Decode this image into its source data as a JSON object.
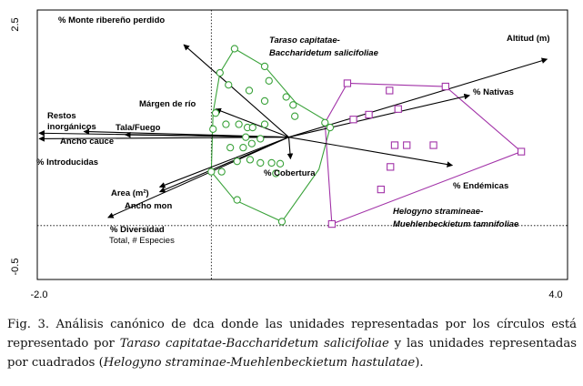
{
  "chart_data": {
    "type": "scatter",
    "xlim": [
      -2.0,
      4.0
    ],
    "ylim": [
      -0.5,
      2.5
    ],
    "x_ticks": [
      "-2.0",
      "4.0"
    ],
    "y_ticks": [
      "2.5",
      "-0.5"
    ],
    "colors": {
      "circles": "#3aa23a",
      "squares": "#a233a8",
      "vectors": "#000000",
      "frame": "#000000"
    },
    "circle_group": {
      "name": "Taraso capitatae-Baccharidetum salicifoliae",
      "marker": "circle",
      "points": [
        [
          0.27,
          2.2
        ],
        [
          0.1,
          1.9
        ],
        [
          0.2,
          1.75
        ],
        [
          0.44,
          1.68
        ],
        [
          0.62,
          1.98
        ],
        [
          0.67,
          1.8
        ],
        [
          0.62,
          1.55
        ],
        [
          0.87,
          1.6
        ],
        [
          0.95,
          1.5
        ],
        [
          0.97,
          1.36
        ],
        [
          0.05,
          1.4
        ],
        [
          0.17,
          1.26
        ],
        [
          0.32,
          1.26
        ],
        [
          0.42,
          1.22
        ],
        [
          0.48,
          1.22
        ],
        [
          0.62,
          1.26
        ],
        [
          0.02,
          1.2
        ],
        [
          0.4,
          1.1
        ],
        [
          0.57,
          1.08
        ],
        [
          0.47,
          1.02
        ],
        [
          0.37,
          0.97
        ],
        [
          0.22,
          0.97
        ],
        [
          0.3,
          0.8
        ],
        [
          0.45,
          0.82
        ],
        [
          0.57,
          0.78
        ],
        [
          0.7,
          0.78
        ],
        [
          0.8,
          0.77
        ],
        [
          0.0,
          0.67
        ],
        [
          0.12,
          0.67
        ],
        [
          0.75,
          0.65
        ],
        [
          0.3,
          0.32
        ],
        [
          0.82,
          0.05
        ],
        [
          1.32,
          1.28
        ],
        [
          1.38,
          1.22
        ]
      ],
      "hull": [
        [
          0.27,
          2.2
        ],
        [
          0.62,
          1.98
        ],
        [
          0.98,
          1.53
        ],
        [
          1.34,
          1.3
        ],
        [
          1.38,
          1.22
        ],
        [
          1.25,
          0.7
        ],
        [
          0.82,
          0.05
        ],
        [
          0.27,
          0.32
        ],
        [
          0.0,
          0.67
        ],
        [
          0.02,
          1.4
        ],
        [
          0.1,
          1.9
        ]
      ]
    },
    "square_group": {
      "name": "Helogyno stramineae-Muehlenbeckietum tamnifoliae",
      "marker": "square",
      "points": [
        [
          1.58,
          1.77
        ],
        [
          2.07,
          1.68
        ],
        [
          2.72,
          1.73
        ],
        [
          2.17,
          1.45
        ],
        [
          1.83,
          1.38
        ],
        [
          1.65,
          1.32
        ],
        [
          2.13,
          1.0
        ],
        [
          2.27,
          1.0
        ],
        [
          2.58,
          1.0
        ],
        [
          3.6,
          0.92
        ],
        [
          2.08,
          0.73
        ],
        [
          1.97,
          0.45
        ],
        [
          1.4,
          0.02
        ]
      ],
      "hull": [
        [
          1.58,
          1.77
        ],
        [
          2.72,
          1.73
        ],
        [
          3.6,
          0.92
        ],
        [
          1.4,
          0.02
        ],
        [
          1.32,
          1.28
        ]
      ]
    },
    "vectors": [
      {
        "label": "Altitud (m)",
        "end": [
          3.9,
          2.07
        ]
      },
      {
        "label": "% Monte ribereño perdido",
        "end": [
          -0.32,
          2.25
        ]
      },
      {
        "label": "% Nativas",
        "end": [
          3.0,
          1.62
        ]
      },
      {
        "label": "Márgen de río",
        "end": [
          0.05,
          1.45
        ]
      },
      {
        "label": "Tala/Fuego",
        "end": [
          -1.48,
          1.17
        ]
      },
      {
        "label": "Restos inorgánicos",
        "end": [
          -2.0,
          1.15
        ]
      },
      {
        "label": "Ancho cauce",
        "end": [
          -1.0,
          1.13
        ]
      },
      {
        "label": "% Introducidas",
        "end": [
          -2.0,
          1.08
        ]
      },
      {
        "label": "% Cobertura",
        "end": [
          0.92,
          0.83
        ]
      },
      {
        "label": "% Endémicas",
        "end": [
          2.8,
          0.75
        ]
      },
      {
        "label": "Area (m²)",
        "end": [
          -0.6,
          0.48
        ]
      },
      {
        "label": "Ancho mon",
        "end": [
          -0.6,
          0.42
        ]
      },
      {
        "label": "% Diversidad",
        "end": [
          -1.2,
          0.1
        ]
      },
      {
        "label": "Total, # Especies",
        "end": [
          -1.2,
          0.1
        ]
      }
    ],
    "origin": [
      0.9,
      1.1
    ],
    "reference_lines": {
      "x": 0.0,
      "y": 0.0,
      "style": "dotted"
    }
  },
  "group_labels": {
    "circles_line1": "Taraso capitatae-",
    "circles_line2": "Baccharidetum salicifoliae",
    "squares_line1": "Helogyno stramineae-",
    "squares_line2": "Muehlenbeckietum tamnifoliae"
  },
  "vector_labels": {
    "altitud": "Altitud (m)",
    "monte": "% Monte ribereño perdido",
    "nativas": "% Nativas",
    "margen": "Márgen de río",
    "restos1": "Restos",
    "restos2": "inorgánicos",
    "tala": "Tala/Fuego",
    "ancho_cauce": "Ancho cauce",
    "introducidas": "% Introducidas",
    "cobertura": "% Cobertura",
    "endemicas": "% Endémicas",
    "area": "Area (m²)",
    "ancho_mon": "Ancho mon",
    "diversidad": "% Diversidad",
    "total": "Total, # Especies"
  },
  "caption": {
    "part1": "Fig. 3. Análisis canónico de dca donde las unidades representadas por los círculos está representado por ",
    "italic1": "Taraso capitatae-Baccharidetum salicifoliae",
    "part2": " y las unidades representadas por cuadrados (",
    "italic2": "Helogyno straminae-Muehlenbeckietum hastulatae",
    "part3": ")."
  }
}
